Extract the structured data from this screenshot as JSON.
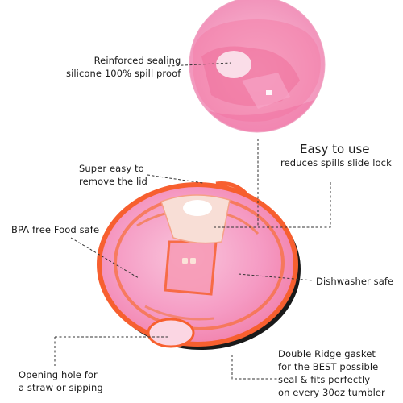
{
  "callouts": {
    "seal": [
      "Reinforced sealing",
      "silicone 100% spill proof"
    ],
    "easy_remove": [
      "Super easy to",
      "remove the lid"
    ],
    "bpa": [
      "BPA free Food safe"
    ],
    "easy_use_title": "Easy to use",
    "easy_use_sub": "reduces spills slide lock",
    "dishwasher": [
      "Dishwasher safe"
    ],
    "opening": [
      "Opening hole for",
      "a straw or sipping"
    ],
    "gasket": [
      "Double Ridge gasket",
      "for the BEST possible",
      "seal & fits perfectly",
      "on every 30oz tumbler"
    ]
  },
  "colors": {
    "lid_pink": "#f79ac7",
    "lid_orange": "#f75f2f",
    "gasket_dark": "#1a1a1a",
    "slider_white": "#f7e9e4",
    "leader_line": "#333333"
  }
}
